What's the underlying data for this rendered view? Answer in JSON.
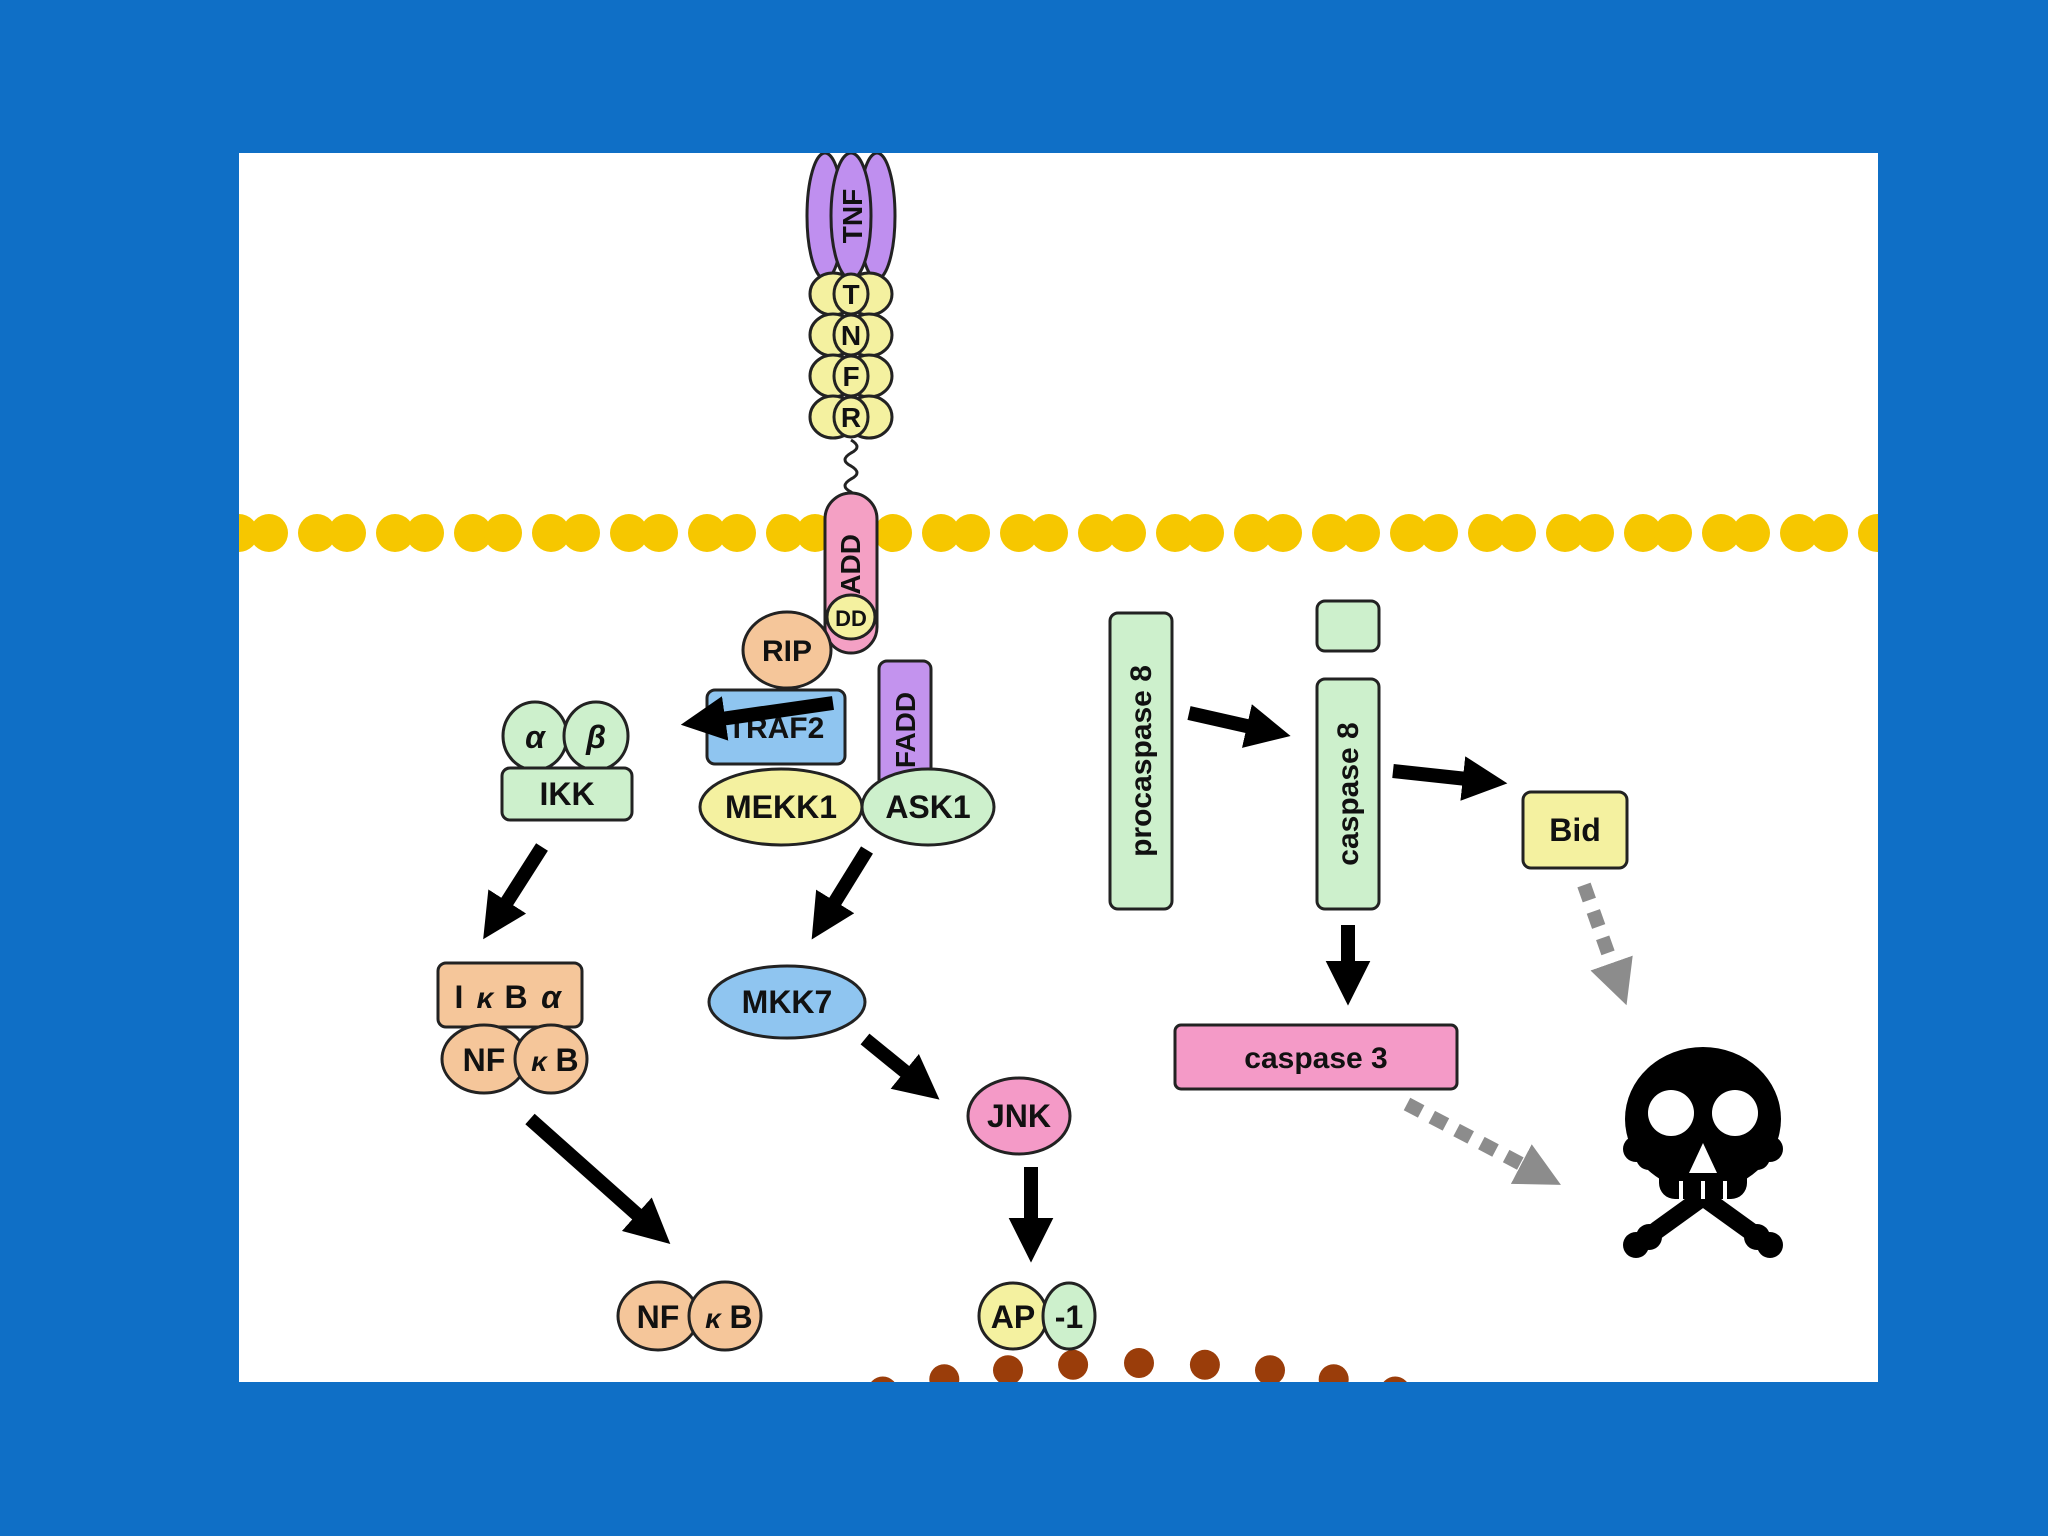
{
  "colors": {
    "background": "#0f6fc6",
    "panel": "#ffffff",
    "membrane": "#f6c700",
    "nuclear_membrane": "#9a3d0a",
    "tnf": "#bf8fef",
    "receptor": "#f4f1a0",
    "tradd": "#f4a0c4",
    "traf2": "#8fc5f0",
    "rip": "#f5c69a",
    "green": "#cdf0cc",
    "fadd": "#c393ee",
    "yellow": "#f4f1a0",
    "pink": "#f49ac7",
    "blue": "#8fc5f0",
    "orange": "#f5c69a",
    "black_arrow": "#000000",
    "dashed_arrow": "#8c8c8c"
  },
  "labels": {
    "tnf": "TNF",
    "tnfr_t": "T",
    "tnfr_n": "N",
    "tnfr_f": "F",
    "tnfr_r": "R",
    "dd": "DD",
    "tradd": "TRADD",
    "rip": "RIP",
    "traf2": "TRAF2",
    "fadd": "FADD",
    "procaspase8": "procaspase 8",
    "caspase8": "caspase 8",
    "caspase3": "caspase 3",
    "bid": "Bid",
    "alpha": "α",
    "beta": "β",
    "ikk": "IKK",
    "mekk1": "MEKK1",
    "ask1": "ASK1",
    "ikba_i": "I",
    "ikba_k": "κ",
    "ikba_b": "B",
    "ikba_a": "α",
    "nf": "NF",
    "kb_k": "κ",
    "kb_b": "B",
    "mkk7": "MKK7",
    "jnk": "JNK",
    "nucleus_nf": "NF",
    "nucleus_k": "κ",
    "nucleus_b": "B",
    "ap": "AP",
    "ap_1": "-1"
  },
  "icons": {
    "death": "skull-and-crossbones-icon"
  }
}
